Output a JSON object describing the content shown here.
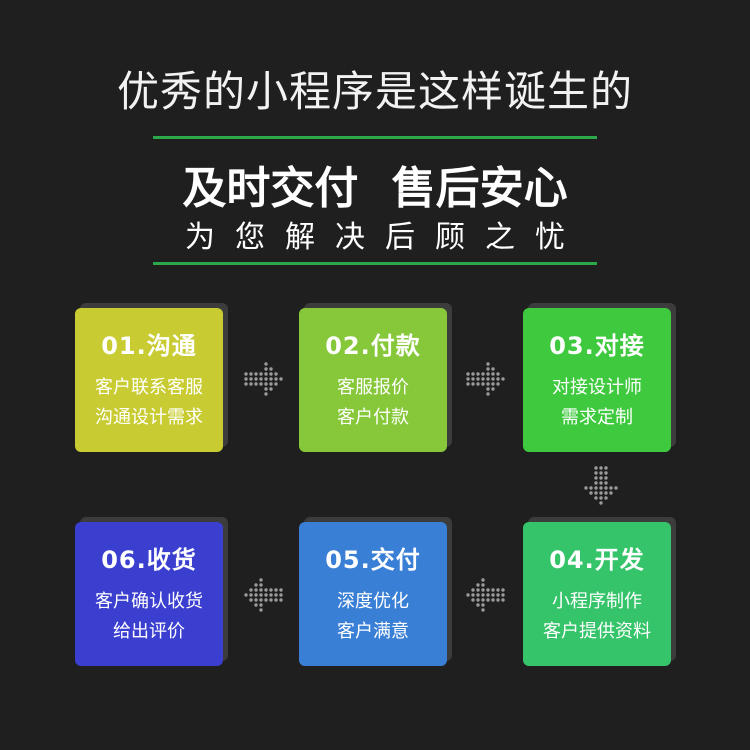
{
  "title": "优秀的小程序是这样诞生的",
  "headline": "及时交付 售后安心",
  "subline": "为您解决后顾之忧",
  "colors": {
    "rule": "#2aa84a",
    "step1": "#c8cc32",
    "step2": "#86c83a",
    "step3": "#3fc93f",
    "step4": "#36c46a",
    "step5": "#3a7fd6",
    "step6": "#3b3fd0"
  },
  "steps": [
    {
      "title": "01.沟通",
      "lines": [
        "客户联系客服",
        "沟通设计需求"
      ]
    },
    {
      "title": "02.付款",
      "lines": [
        "客服报价",
        "客户付款"
      ]
    },
    {
      "title": "03.对接",
      "lines": [
        "对接设计师",
        "需求定制"
      ]
    },
    {
      "title": "04.开发",
      "lines": [
        "小程序制作",
        "客户提供资料"
      ]
    },
    {
      "title": "05.交付",
      "lines": [
        "深度优化",
        "客户满意"
      ]
    },
    {
      "title": "06.收货",
      "lines": [
        "客户确认收货",
        "给出评价"
      ]
    }
  ],
  "arrows": [
    "dotted-arrow-right-icon",
    "dotted-arrow-down-icon",
    "dotted-arrow-left-icon"
  ]
}
